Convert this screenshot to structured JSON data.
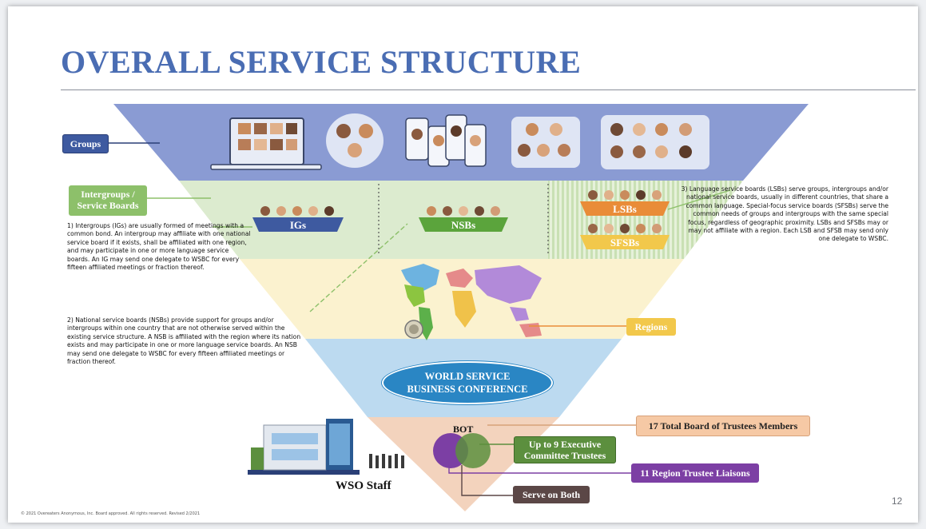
{
  "slide": {
    "title": "OVERALL SERVICE STRUCTURE",
    "page_number": "12",
    "footer": "© 2021 Overeaters Anonymous, Inc. Board approved. All rights reserved. Revised 2/2021"
  },
  "callouts": {
    "groups": "Groups",
    "intergroups_line1": "Intergroups /",
    "intergroups_line2": "Service Boards",
    "regions": "Regions",
    "bot_total": "17 Total Board of Trustees Members",
    "exec_line1": "Up to 9 Executive",
    "exec_line2": "Committee Trustees",
    "liaisons": "11 Region Trustee Liaisons",
    "serve_both": "Serve on Both"
  },
  "tiers": {
    "igs": "IGs",
    "nsbs": "NSBs",
    "lsbs": "LSBs",
    "sfsbs": "SFSBs",
    "wsbc_line1": "WORLD SERVICE",
    "wsbc_line2": "BUSINESS CONFERENCE",
    "bot": "BOT",
    "wso_staff": "WSO Staff"
  },
  "paragraphs": {
    "p1": "1) Intergroups (IGs) are usually formed of meetings with a common bond. An intergroup may affiliate with one national service board if it exists, shall be affiliated with one region, and may participate in one or more language service boards. An IG may send one delegate to WSBC for every fifteen affiliated meetings or fraction thereof.",
    "p2": "2) National service boards (NSBs) provide support for groups and/or intergroups within one country that are not otherwise served within the existing service structure. A NSB is affiliated with the region where its nation exists and may participate in one or more language service boards. An NSB may send one delegate to WSBC for every fifteen affiliated meetings or fraction thereof.",
    "p3": "3) Language service boards (LSBs) serve groups, intergroups and/or national service boards, usually in different countries, that share a common language. Special-focus service boards (SFSBs) serve the common needs of groups and intergroups with the same special focus, regardless of geographic proximity. LSBs and SFSBs may or may not affiliate with a region. Each LSB and SFSB may send only one delegate to WSBC."
  },
  "colors": {
    "groups_band": "#8a9bd3",
    "intergroup_band": "#dcebcf",
    "regions_band": "#fbf2cf",
    "wsbc_band": "#bcdaf0",
    "bot_band": "#f3d3bd",
    "title": "#4a6db3"
  }
}
